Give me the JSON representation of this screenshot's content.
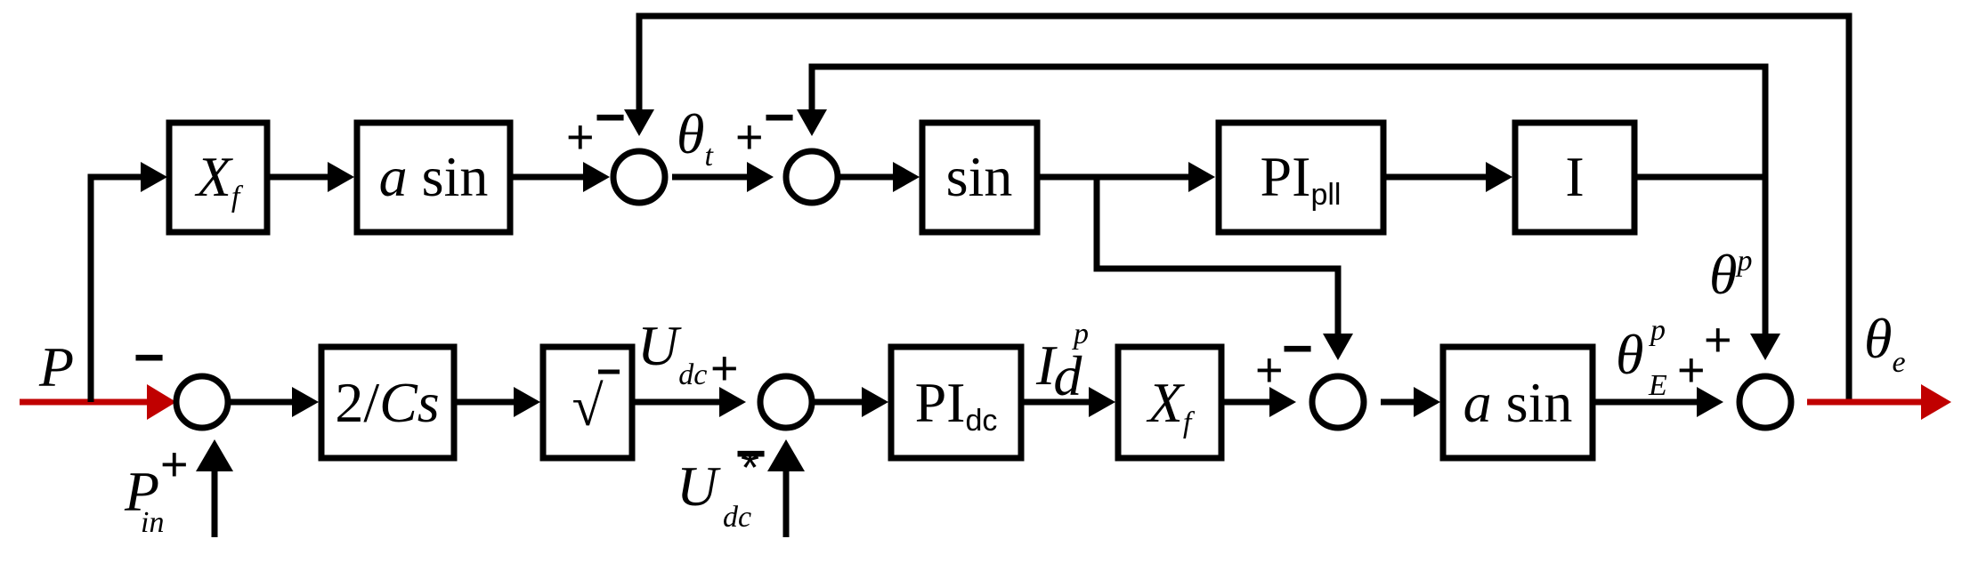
{
  "blocks": {
    "xf_top": {
      "sym": "X",
      "sub": "f"
    },
    "asin_top": {
      "it": "a",
      "txt": " sin"
    },
    "sin": {
      "txt": "sin"
    },
    "pi_pll": {
      "txt": "PI",
      "sub": "pll"
    },
    "integrator": {
      "txt": "I"
    },
    "two_over_cs": {
      "txt": "2/",
      "it": "Cs"
    },
    "sqrt": {
      "txt": "√"
    },
    "pi_dc": {
      "txt": "PI",
      "sub": "dc"
    },
    "xf_bottom": {
      "sym": "X",
      "sub": "f"
    },
    "asin_bottom": {
      "it": "a",
      "txt": " sin"
    }
  },
  "signals": {
    "p": "P",
    "p_in": {
      "sym": "P",
      "sub": "in"
    },
    "theta_t": {
      "sym": "θ",
      "sub": "t"
    },
    "u_dc": {
      "sym": "U",
      "sub": "dc"
    },
    "u_dc_ref": {
      "sym": "U",
      "sub": "dc",
      "sup": "*"
    },
    "i_d_p": {
      "sym": "I",
      "sub": "d",
      "sup": "p"
    },
    "theta_p": {
      "sym": "θ",
      "sup": "p"
    },
    "theta_e_p": {
      "sym": "θ",
      "sub": "E",
      "sup": "p"
    },
    "theta_e": {
      "sym": "θ",
      "sub": "e"
    }
  },
  "signs": {
    "plus": "+",
    "minus": "−"
  },
  "colors": {
    "line": "#000000",
    "highlight": "#c00000"
  }
}
